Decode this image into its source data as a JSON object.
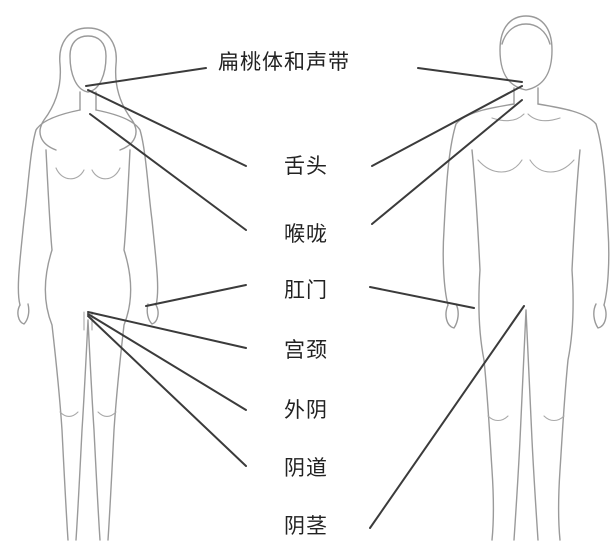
{
  "labels": {
    "tonsils_throat": "扁桃体和声带",
    "tongue": "舌头",
    "throat": "喉咙",
    "anus": "肛门",
    "cervix": "宫颈",
    "vulva": "外阴",
    "vagina": "阴道",
    "penis": "阴茎"
  },
  "colors": {
    "outline": "#9a9a9a",
    "leader_line": "#3b3b3b",
    "text": "#222222",
    "background": "#ffffff"
  }
}
